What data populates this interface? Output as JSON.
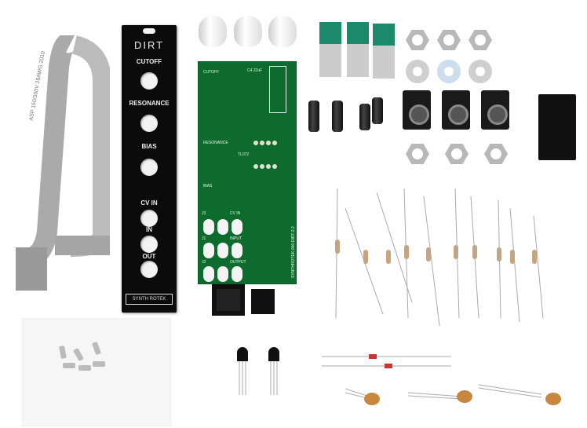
{
  "panel": {
    "title": "DIRT",
    "labels": [
      "CUTOFF",
      "RESONANCE",
      "BIAS",
      "CV IN",
      "IN",
      "OUT"
    ],
    "logo": "SYNTH ROTEK"
  },
  "pcb": {
    "labels": [
      "CUTOFF",
      "RESONANCE",
      "BIAS",
      "TL072",
      "CV IN",
      "INPUT",
      "OUTPUT",
      "SYNTHROTEK-006-DIRT-2.2",
      "C4 22uF",
      "J3",
      "J1",
      "J2"
    ]
  },
  "cable_print": "ASP 150/300V 28AWG 2010"
}
